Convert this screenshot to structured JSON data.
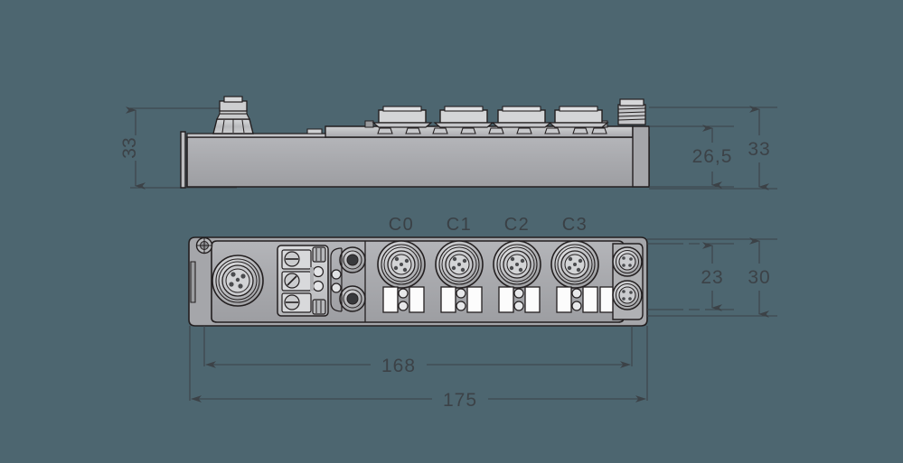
{
  "drawing": {
    "title": "Turck compact multiprotocol I/O module dimension drawing",
    "background_color": "#4d6670",
    "body_color": "#a9aaae",
    "line_color": "#231f20",
    "dimension_text_color": "#3c4247",
    "views": [
      {
        "name": "side-view",
        "description": "Side elevation showing module height profile with M12 bus connector and four M12 ports on top face"
      },
      {
        "name": "front-view",
        "description": "Front/face view showing M12 bus connector, 3-pole screw terminal, push buttons, four M12 channel ports C0-C3 with LED indicators and two M8 ports"
      }
    ],
    "dimensions": {
      "side_left_height": "33",
      "side_right_height": "33",
      "side_inner_height": "26,5",
      "front_right_inner": "23",
      "front_right_outer": "30",
      "front_inner_width": "168",
      "front_outer_width": "175"
    },
    "port_labels": [
      "C0",
      "C1",
      "C2",
      "C3"
    ],
    "front_features": {
      "bus_connector": "m12-5pin-connector",
      "terminal_block_screws": 3,
      "push_buttons": 2,
      "status_leds_per_channel": 2,
      "label_fields_per_channel": 2,
      "m8_connectors": 2,
      "mounting_holes": 2
    },
    "side_features": {
      "top_m12_ports": 4,
      "hex_nut_connector": "m12-hex-nut-connector",
      "threaded_connector": "m8-threaded-connector",
      "vent_slots": 9
    }
  }
}
